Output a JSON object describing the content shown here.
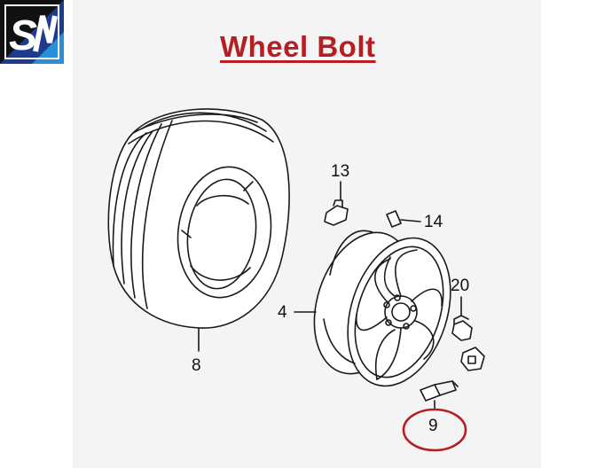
{
  "title": "Wheel Bolt",
  "logo": {
    "name": "S-logo"
  },
  "callouts": {
    "tire": "8",
    "wheel": "4",
    "part_13": "13",
    "part_14": "14",
    "part_20": "20",
    "valve": "9"
  },
  "colors": {
    "title": "#b51f24",
    "highlight_circle": "#b51f24",
    "line_art": "#1a1a1a",
    "background": "#f4f4f4"
  }
}
